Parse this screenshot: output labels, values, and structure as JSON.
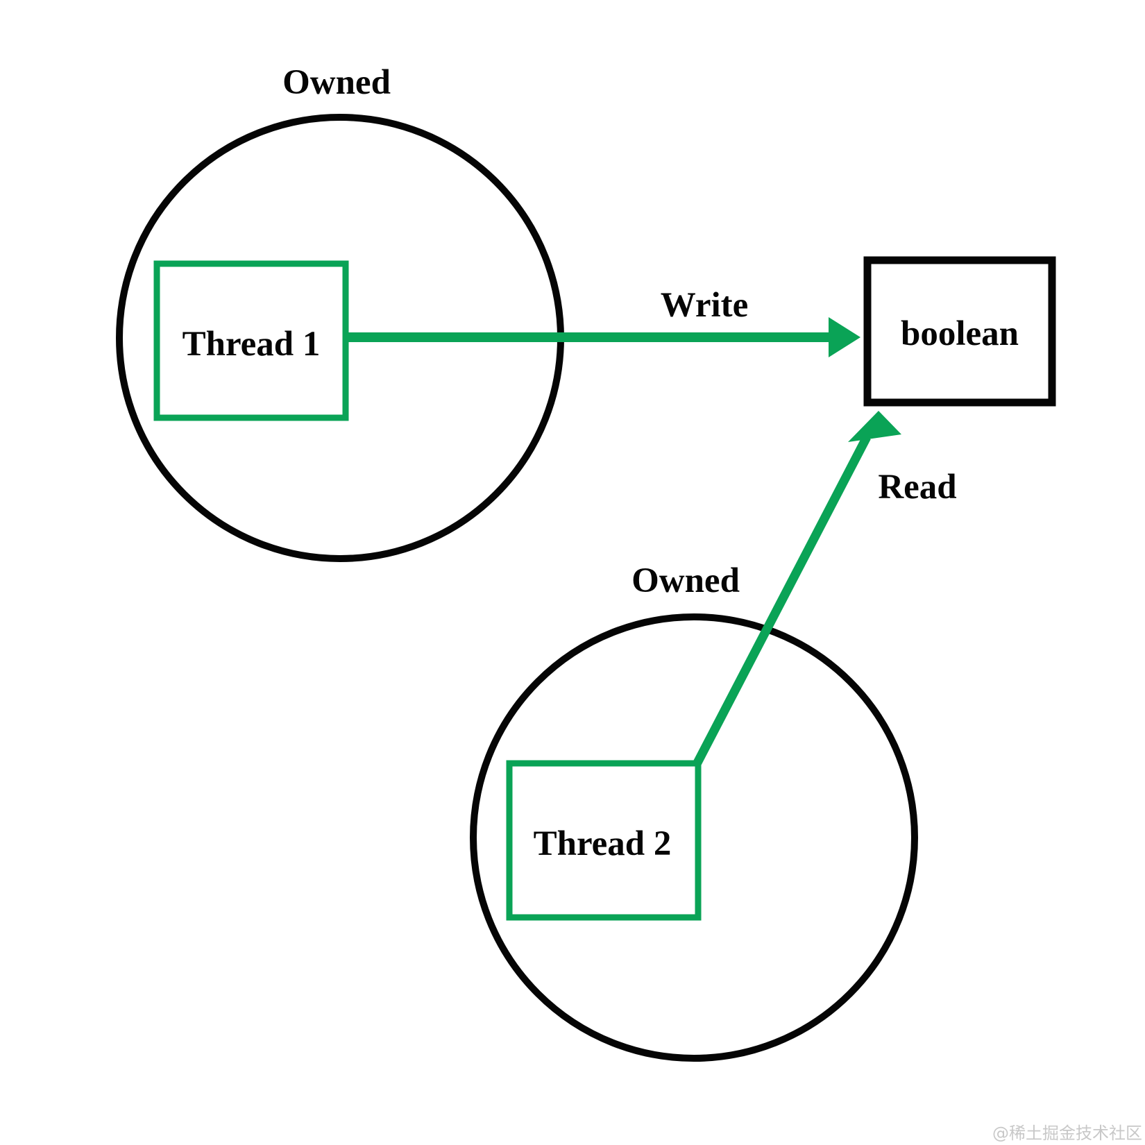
{
  "colors": {
    "green": "#0aa356",
    "black": "#050505",
    "text": "#050505",
    "box_fill": "#ffffff",
    "watermark_gray": "#c8c8c8",
    "background": "#ffffff"
  },
  "diagram": {
    "thread1": {
      "owned_label": "Owned",
      "box_label": "Thread 1"
    },
    "thread2": {
      "owned_label": "Owned",
      "box_label": "Thread 2"
    },
    "shared_variable": {
      "label": "boolean"
    },
    "write_arrow": {
      "label": "Write"
    },
    "read_arrow": {
      "label": "Read"
    }
  },
  "watermark": {
    "text": "@稀土掘金技术社区"
  }
}
